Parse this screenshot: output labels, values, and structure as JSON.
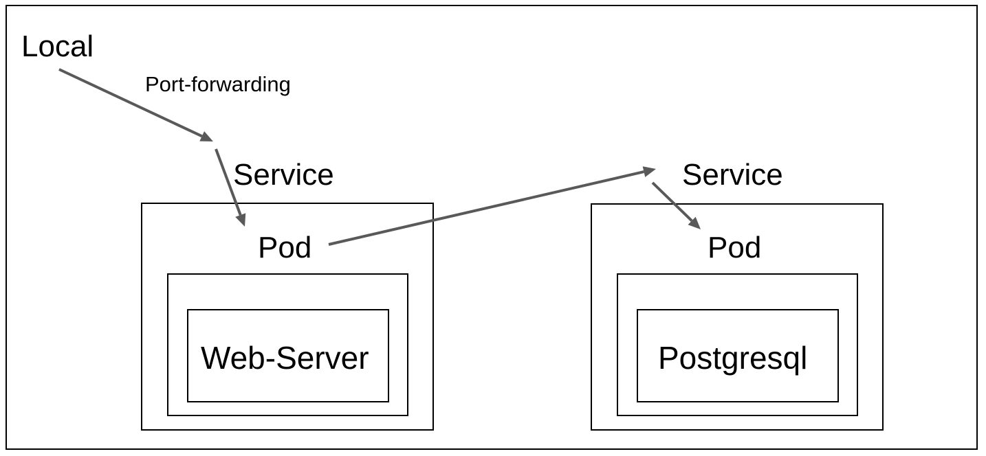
{
  "diagram": {
    "local_label": "Local",
    "port_forwarding_label": "Port-forwarding",
    "left_service_label": "Service",
    "right_service_label": "Service",
    "left_pod_label": "Pod",
    "right_pod_label": "Pod",
    "left_container_label": "Web-Server",
    "right_container_label": "Postgresql",
    "arrow_color": "#595959",
    "line_color": "#000000"
  }
}
